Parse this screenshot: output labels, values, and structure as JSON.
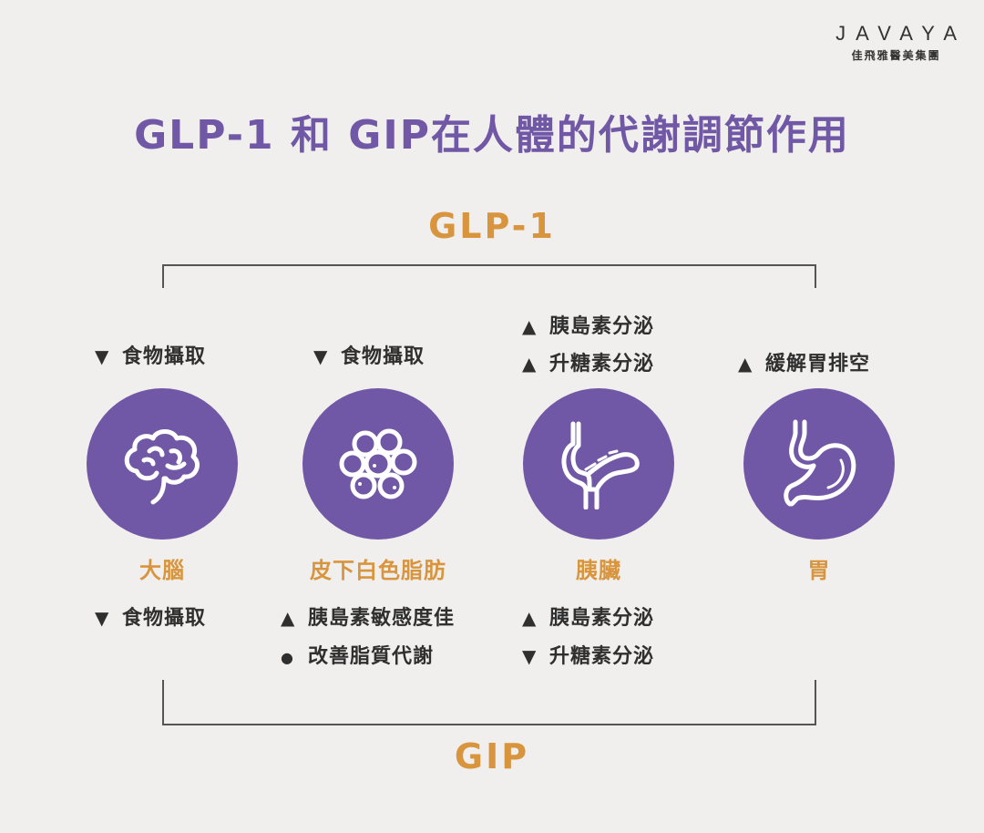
{
  "brand": {
    "name": "JAVAYA",
    "subtitle": "佳飛雅醫美集團"
  },
  "title": "GLP-1 和 GIP在人體的代謝調節作用",
  "top_label": "GLP-1",
  "bottom_label": "GIP",
  "organs": [
    {
      "name": "大腦",
      "icon": "brain-icon",
      "glp1_effects": [
        {
          "symbol": "▼",
          "text": "食物攝取"
        }
      ],
      "gip_effects": [
        {
          "symbol": "▼",
          "text": "食物攝取"
        }
      ]
    },
    {
      "name": "皮下白色脂肪",
      "icon": "fat-cells-icon",
      "glp1_effects": [
        {
          "symbol": "▼",
          "text": "食物攝取"
        }
      ],
      "gip_effects": [
        {
          "symbol": "▲",
          "text": "胰島素敏感度佳"
        },
        {
          "symbol": "●",
          "text": "改善脂質代謝"
        }
      ]
    },
    {
      "name": "胰臟",
      "icon": "pancreas-icon",
      "glp1_effects": [
        {
          "symbol": "▲",
          "text": "胰島素分泌"
        },
        {
          "symbol": "▲",
          "text": "升糖素分泌"
        }
      ],
      "gip_effects": [
        {
          "symbol": "▲",
          "text": "胰島素分泌"
        },
        {
          "symbol": "▼",
          "text": "升糖素分泌"
        }
      ]
    },
    {
      "name": "胃",
      "icon": "stomach-icon",
      "glp1_effects": [
        {
          "symbol": "▲",
          "text": "緩解胃排空"
        }
      ],
      "gip_effects": []
    }
  ],
  "colors": {
    "purple": "#7158a6",
    "orange": "#d8953e",
    "text": "#2f2f2f",
    "background": "#f0efed"
  }
}
